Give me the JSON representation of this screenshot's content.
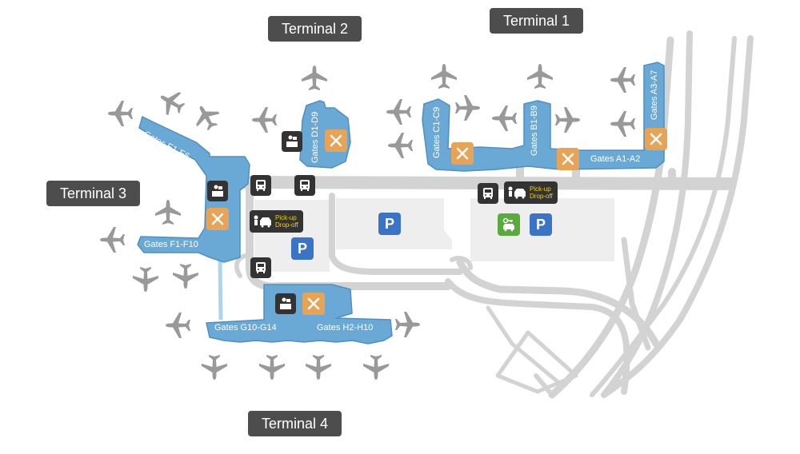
{
  "terminals": {
    "t1": "Terminal 1",
    "t2": "Terminal 2",
    "t3": "Terminal 3",
    "t4": "Terminal 4"
  },
  "gates": {
    "a1": "Gates A1-A2",
    "a3": "Gates A3-A7",
    "b1": "Gates B1-B9",
    "c1": "Gates C1-C9",
    "d1": "Gates D1-D9",
    "e1": "Gates E1-E6",
    "f1": "Gates F1-F10",
    "g10": "Gates G10-G14",
    "h2": "Gates H2-H10"
  },
  "pickup": {
    "line1": "Pick-up",
    "line2": "Drop-off"
  },
  "parking_symbol": "P",
  "icons": {
    "bus": "bus-icon",
    "car": "car-icon",
    "food": "restaurant-icon",
    "info": "information-desk-icon",
    "parking": "parking-icon",
    "rental": "car-rental-icon",
    "plane": "airplane-icon"
  },
  "colors": {
    "terminal_fill": "#6aa9d6",
    "terminal_stroke": "#4f8fc1",
    "label_bg": "#4d4d4d",
    "road": "#d4d4d4",
    "parking_area": "#ededed",
    "food_icon": "#e8a456",
    "parking_icon": "#3b73c6",
    "rental_icon": "#5aaa3c",
    "airplane": "#9a9a9a",
    "pickup_text": "#f5d200"
  }
}
